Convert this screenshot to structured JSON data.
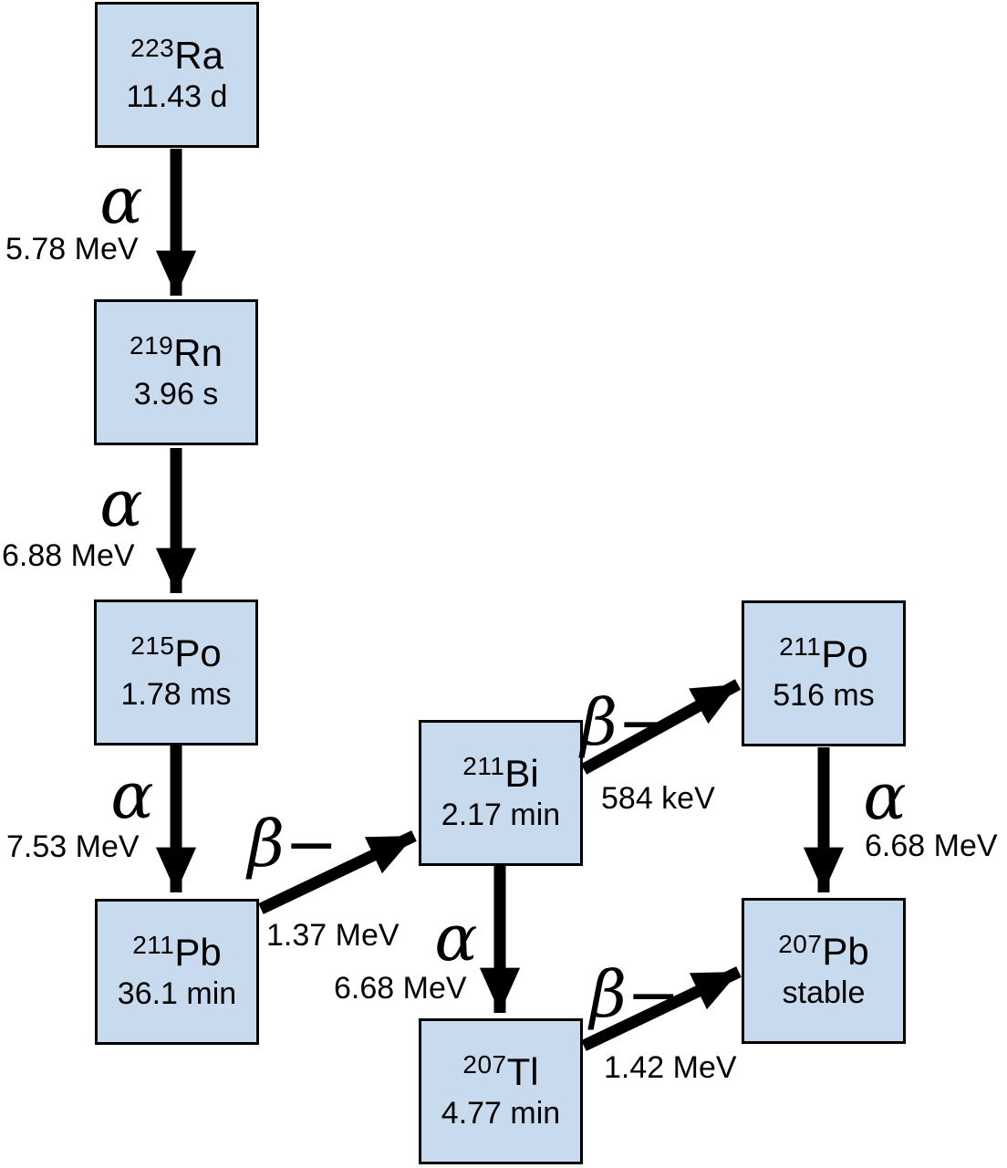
{
  "nuclides": [
    {
      "mass": "223",
      "symbol": "Ra",
      "half_life": "11.43 d"
    },
    {
      "mass": "219",
      "symbol": "Rn",
      "half_life": "3.96 s"
    },
    {
      "mass": "215",
      "symbol": "Po",
      "half_life": "1.78 ms"
    },
    {
      "mass": "211",
      "symbol": "Pb",
      "half_life": "36.1 min"
    },
    {
      "mass": "211",
      "symbol": "Bi",
      "half_life": "2.17 min"
    },
    {
      "mass": "211",
      "symbol": "Po",
      "half_life": "516 ms"
    },
    {
      "mass": "207",
      "symbol": "Tl",
      "half_life": "4.77 min"
    },
    {
      "mass": "207",
      "symbol": "Pb",
      "half_life": "stable"
    }
  ],
  "decays": [
    {
      "from": "223Ra",
      "to": "219Rn",
      "type": "α",
      "energy": "5.78 MeV"
    },
    {
      "from": "219Rn",
      "to": "215Po",
      "type": "α",
      "energy": "6.88 MeV"
    },
    {
      "from": "215Po",
      "to": "211Pb",
      "type": "α",
      "energy": "7.53 MeV"
    },
    {
      "from": "211Pb",
      "to": "211Bi",
      "type": "β−",
      "energy": "1.37 MeV"
    },
    {
      "from": "211Bi",
      "to": "211Po",
      "type": "β−",
      "energy": "584 keV"
    },
    {
      "from": "211Bi",
      "to": "207Tl",
      "type": "α",
      "energy": "6.68 MeV"
    },
    {
      "from": "211Po",
      "to": "207Pb",
      "type": "α",
      "energy": "6.68 MeV"
    },
    {
      "from": "207Tl",
      "to": "207Pb",
      "type": "β−",
      "energy": "1.42 MeV"
    }
  ],
  "colors": {
    "box_fill": "#c8dbee",
    "box_border": "#000000",
    "arrow": "#000000",
    "background": "#ffffff",
    "text": "#000000"
  }
}
